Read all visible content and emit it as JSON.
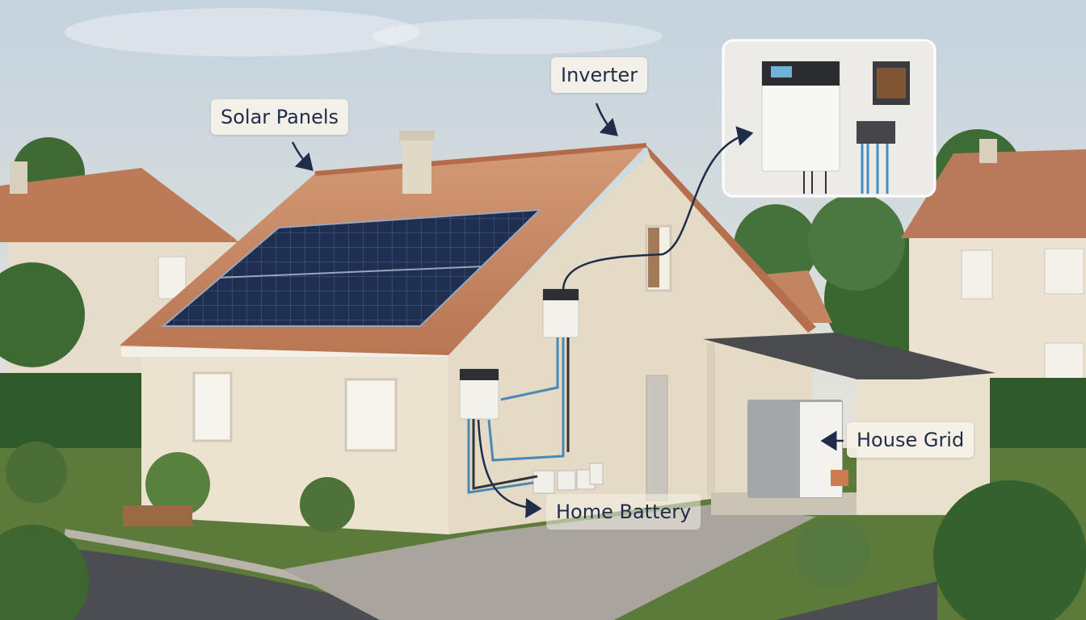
{
  "labels": {
    "solar_panels": "Solar Panels",
    "inverter": "Inverter",
    "house_grid": "House Grid",
    "home_battery": "Home Battery"
  },
  "colors": {
    "sky_top": "#c9d6df",
    "sky_bottom": "#efe6d6",
    "wall": "#ece3d0",
    "roof": "#c98a66",
    "panel": "#1e2d4d",
    "grass": "#5c7a3a",
    "hedge": "#2f5a2b",
    "label_text": "#1f2d4a",
    "label_bg": "#f6f2e8",
    "cable_blue": "#4a88b5",
    "arrow": "#1f2d4a"
  },
  "icons": [
    "arrow-curve-down-icon",
    "arrow-left-icon"
  ]
}
